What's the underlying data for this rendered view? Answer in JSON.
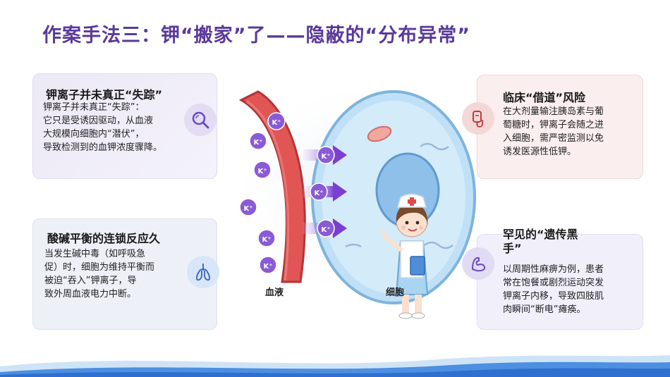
{
  "title": "作案手法三：钾“搬家”了——隐蔽的“分布异常”",
  "cards": {
    "top_left": {
      "title": "钾离子并未真正“失踪”",
      "lines": [
        "钾离子并未真正“失踪”：",
        "它只是受诱因驱动，从血液",
        "大规模向细胞内“潜伏”，",
        "导致检测到的血钾浓度骤降。"
      ]
    },
    "bottom_left": {
      "title": "酸碱平衡的连锁反应久",
      "lines": [
        "当发生碱中毒（如呼吸急",
        "促）时，细胞为维持平衡而",
        "被迫“吞入”钾离子，导",
        "致外周血液电力中断。"
      ]
    },
    "top_right": {
      "title": "临床“借道”风险",
      "lines": [
        "在大剂量输注胰岛素与葡",
        "萄糖时，钾离子会随之进",
        "入细胞，需严密监测以免",
        "诱发医源性低钾。"
      ]
    },
    "bottom_right": {
      "title_lines": [
        "罕见的“遗传黑",
        "手”"
      ],
      "lines": [
        "以周期性麻痹为例，患者",
        "常在饱餐或剧烈运动突发",
        "钾离子内移，导致四肢肌",
        "肉瞬间“断电”瘫痪。"
      ]
    }
  },
  "diagram": {
    "ion_label": "K⁺",
    "vessel_label": "血液",
    "cell_label": "细胞"
  },
  "icons": {
    "top_left": "magnifier-icon",
    "bottom_left": "lungs-icon",
    "top_right": "iv-bag-icon",
    "bottom_right": "muscle-icon"
  },
  "colors": {
    "title": "#5a3a9a",
    "vessel": "#e25555",
    "arrow": "#7b3fd0",
    "cell": "#a9d4f2"
  }
}
